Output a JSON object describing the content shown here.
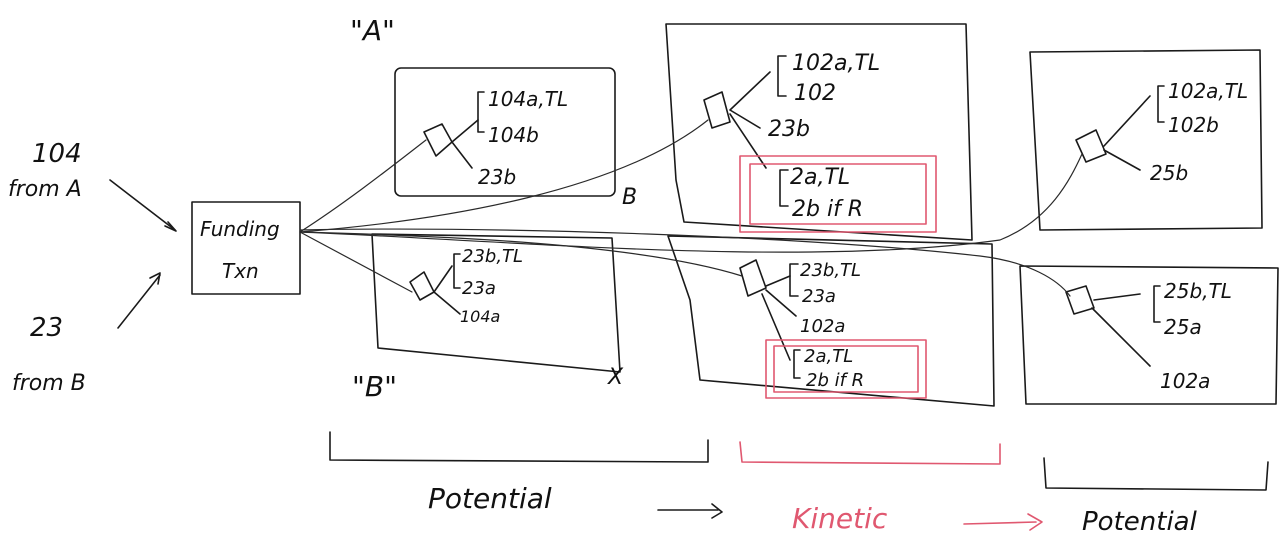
{
  "inputs": {
    "a_amount": "104",
    "a_from": "from A",
    "b_amount": "23",
    "b_from": "from B"
  },
  "funding": {
    "line1": "Funding",
    "line2": "Txn"
  },
  "labels": {
    "quote_a": "\"A\"",
    "quote_b": "\"B\"",
    "mark_b": "B",
    "mark_x": "X"
  },
  "commitments": {
    "a1": {
      "top": "104a,TL",
      "bot": "104b",
      "side": "23b"
    },
    "b1": {
      "top": "23b,TL",
      "bot": "23a",
      "side": "104a"
    },
    "a2": {
      "top": "102a,TL",
      "bot": "102",
      "side": "23b",
      "htlc_top": "2a,TL",
      "htlc_bot": "2b if R"
    },
    "b2": {
      "top": "23b,TL",
      "bot": "23a",
      "side": "102a",
      "htlc_top": "2a,TL",
      "htlc_bot": "2b if R"
    },
    "a3": {
      "top": "102a,TL",
      "bot": "102b",
      "side": "25b"
    },
    "b3": {
      "top": "25b,TL",
      "bot": "25a",
      "side": "102a"
    }
  },
  "bottom": {
    "potential1": "Potential",
    "kinetic": "Kinetic",
    "potential2": "Potential"
  },
  "colors": {
    "ink": "#1a1a1a",
    "highlight": "#e05870",
    "background": "#ffffff"
  }
}
